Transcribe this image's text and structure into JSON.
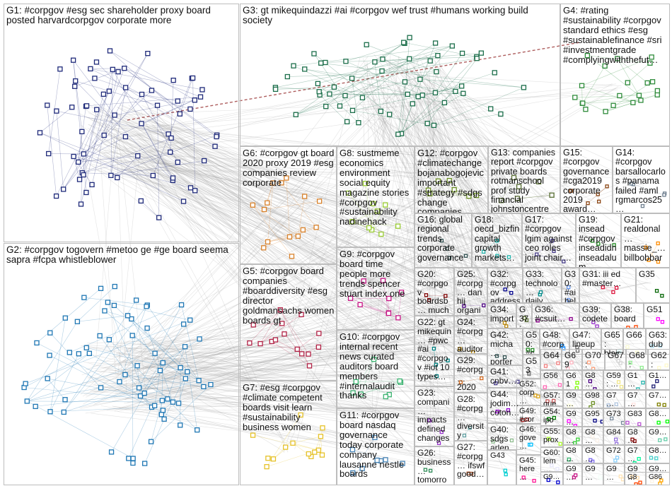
{
  "groups": [
    {
      "id": "G1",
      "label": "G1: #corpgov #esg sec shareholder proxy board posted harvardcorpgov corporate more",
      "color": "#1f2a7a"
    },
    {
      "id": "G2",
      "label": "G2: #corpgov togovern #metoo ge #ge board seema sapra #fcpa whistleblower",
      "color": "#1f77b4"
    },
    {
      "id": "G3",
      "label": "G3: gt mikequindazzi #ai #corpgov wef trust #humans working build society",
      "color": "#1b6e4a"
    },
    {
      "id": "G4",
      "label": "G4: #rating #sustainability #corpgov standard ethics #esg #sustainablefinance #sri #investmentgrade #complyingwiththefut…",
      "color": "#2e8b3a"
    },
    {
      "id": "G5",
      "label": "G5: #corpgov board companies #boarddiversity #esg director goldmansachs women boards gt",
      "color": "#b22246"
    },
    {
      "id": "G6",
      "label": "G6: #corpgov gt board 2020 proxy 2019 #esg companies review corporate",
      "color": "#d9822b"
    },
    {
      "id": "G7",
      "label": "G7: #esg #corpgov #climate competent boards visit learn #sustainability business women",
      "color": "#e6c229"
    },
    {
      "id": "G8",
      "label": "G8: sustmeme economics environment social equity magazine stories #corpgov #sustainability nadinehack",
      "color": "#9acd32"
    },
    {
      "id": "G9",
      "label": "G9: #corpgov board time people more trends spencer stuart index one",
      "color": "#c71585"
    },
    {
      "id": "G10",
      "label": "G10: #corpgov internal recent news curated auditors board members #internalaudit thanks",
      "color": "#3cb371"
    },
    {
      "id": "G11",
      "label": "G11: #corpgov board nasdaq governance today corporate company lausanne nestle boards",
      "color": "#4682b4"
    },
    {
      "id": "G12",
      "label": "G12: #corpgov #climatechange bojanabogojevic important #strategy #sdgs change companies…",
      "color": "#6b8e23"
    },
    {
      "id": "G13",
      "label": "G13: companies report #corpgov private boards rotmanschool prof study financial johnstoncentre",
      "color": "#556b2f"
    },
    {
      "id": "G14",
      "label": "G14: #corpgov barsallocarlos #panama failed #aml rgmarcos25…",
      "color": "#708090"
    },
    {
      "id": "G15",
      "label": "G15: #corpgov governance #cga2019 corporate 2019 award…",
      "color": "#8b4513"
    },
    {
      "id": "G16",
      "label": "G16: global regional trends corporate governance…",
      "color": "#2f4f4f"
    },
    {
      "id": "G17",
      "label": "G17: #corpgov lgim against ceo roles joint chair…",
      "color": "#483d8b"
    },
    {
      "id": "G18",
      "label": "G18: oecd_bizfin capital growth markets…",
      "color": "#20b2aa"
    },
    {
      "id": "G19",
      "label": "G19: insead #corpgov inseadidn inseadalum… #board…",
      "color": "#228b22"
    },
    {
      "id": "G20",
      "label": "G20: #corpgov boardsb… much thanks first ft…",
      "color": "#800000"
    },
    {
      "id": "G21",
      "label": "G21: realdonal… massie_… billbobbar… nikkidwra…",
      "color": "#ff8c00"
    },
    {
      "id": "G22",
      "label": "G22: gt mikequin… #pwc #ai #corpgov #iot 10 types…",
      "color": "#008080"
    },
    {
      "id": "G23",
      "label": "G23: compani… impacts defined changes…",
      "color": "#9932cc"
    },
    {
      "id": "G24",
      "label": "G24: #corpg… auditor indepe…",
      "color": "#b8860b"
    },
    {
      "id": "G25",
      "label": "G25: #corpg… dan hij organi…",
      "color": "#4b0082"
    },
    {
      "id": "G26",
      "label": "G26: business… tomorro…",
      "color": "#2e8b57"
    },
    {
      "id": "G27",
      "label": "G27: #corpg… ifswf good…",
      "color": "#a0522d"
    },
    {
      "id": "G28",
      "label": "G28: #corpg… diversity gareth…",
      "color": "#5f9ea0"
    },
    {
      "id": "G29",
      "label": "G29: #corpg… 2020 #board…",
      "color": "#d2691e"
    },
    {
      "id": "G30",
      "label": "G30: #ai help finance…",
      "color": "#6495ed"
    },
    {
      "id": "G31",
      "label": "G31: iii ed #master…",
      "color": "#dc143c"
    },
    {
      "id": "G32",
      "label": "G32: #corpgov address…",
      "color": "#00008b"
    },
    {
      "id": "G33",
      "label": "G33: technolo… daily…",
      "color": "#008b8b"
    },
    {
      "id": "G34",
      "label": "G34: import… words…",
      "color": "#b8860b"
    },
    {
      "id": "G35",
      "label": "G35",
      "color": "#006400"
    },
    {
      "id": "G36",
      "label": "G36: #csuit…",
      "color": "#8b008b"
    },
    {
      "id": "G37",
      "label": "G37: ve",
      "color": "#556b2f"
    },
    {
      "id": "G38",
      "label": "G38: board…",
      "color": "#ff4500"
    },
    {
      "id": "G39",
      "label": "G39: codete…",
      "color": "#9932cc"
    },
    {
      "id": "G40",
      "label": "G40: sdgs arlen…",
      "color": "#8fbc8f"
    },
    {
      "id": "G41",
      "label": "G41: cnbv…",
      "color": "#483d8b"
    },
    {
      "id": "G42",
      "label": "G42: micha… porter…",
      "color": "#2f4f4f"
    },
    {
      "id": "G43",
      "label": "G43",
      "color": "#00ced1"
    },
    {
      "id": "G44",
      "label": "G44: jodim… coton…",
      "color": "#9400d3"
    },
    {
      "id": "G45",
      "label": "G45: here…",
      "color": "#ff1493"
    },
    {
      "id": "G46",
      "label": "G46: gove…",
      "color": "#00bfff"
    },
    {
      "id": "G47",
      "label": "G47: lineup…",
      "color": "#696969"
    },
    {
      "id": "G48",
      "label": "G48: #corp…",
      "color": "#1e90ff"
    },
    {
      "id": "G49",
      "label": "G49: #cor…",
      "color": "#b22222"
    },
    {
      "id": "G50",
      "label": "G50: #cor…",
      "color": "#228b22"
    },
    {
      "id": "G51",
      "label": "G51",
      "color": "#ff00ff"
    },
    {
      "id": "G52",
      "label": "G52: corp…",
      "color": "#daa520"
    },
    {
      "id": "G53",
      "label": "G53",
      "color": "#808080"
    },
    {
      "id": "G54",
      "label": "G54: ipo",
      "color": "#008000"
    },
    {
      "id": "G55",
      "label": "G55: proxy",
      "color": "#adff2f"
    },
    {
      "id": "G56",
      "label": "G56",
      "color": "#ff69b4"
    },
    {
      "id": "G57",
      "label": "G57: que…",
      "color": "#cd5c5c"
    },
    {
      "id": "G58",
      "label": "G8…",
      "color": "#4b0082"
    },
    {
      "id": "G59",
      "label": "G59: …",
      "color": "#f0e68c"
    },
    {
      "id": "G60",
      "label": "G60: lem…",
      "color": "#e6e6fa"
    },
    {
      "id": "G61",
      "label": "G61",
      "color": "#7cfc00"
    },
    {
      "id": "G62",
      "label": "G62: sho…",
      "color": "#fffacd"
    },
    {
      "id": "G63",
      "label": "G63: dub…",
      "color": "#add8e6"
    },
    {
      "id": "G64",
      "label": "G64",
      "color": "#f08080"
    },
    {
      "id": "G65",
      "label": "G65: blair…",
      "color": "#e0ffff"
    },
    {
      "id": "G66",
      "label": "G66",
      "color": "#fafad2"
    },
    {
      "id": "G67",
      "label": "G67",
      "color": "#d3d3d3"
    },
    {
      "id": "G68",
      "label": "G68: pen…",
      "color": "#90ee90"
    },
    {
      "id": "G69",
      "label": "G69",
      "color": "#ffb6c1"
    },
    {
      "id": "G70",
      "label": "G70: #ai…",
      "color": "#ffa07a"
    },
    {
      "id": "G71",
      "label": "G1…",
      "color": "#20b2aa"
    },
    {
      "id": "G72",
      "label": "G72",
      "color": "#87cefa"
    },
    {
      "id": "G73",
      "label": "G73",
      "color": "#778899"
    },
    {
      "id": "G74",
      "label": "G7…",
      "color": "#b0c4de"
    },
    {
      "id": "G75",
      "label": "G9…",
      "color": "#ffffe0"
    },
    {
      "id": "G76",
      "label": "G8…",
      "color": "#00ff00"
    },
    {
      "id": "G77",
      "label": "G8…",
      "color": "#32cd32"
    },
    {
      "id": "G78",
      "label": "G8…",
      "color": "#faf0e6"
    },
    {
      "id": "G79",
      "label": "G9…",
      "color": "#ff00ff"
    },
    {
      "id": "G80",
      "label": "G8…",
      "color": "#800000"
    },
    {
      "id": "G81",
      "label": "G9…",
      "color": "#66cdaa"
    },
    {
      "id": "G82",
      "label": "G9…",
      "color": "#0000cd"
    },
    {
      "id": "G83",
      "label": "G83",
      "color": "#ba55d3"
    },
    {
      "id": "G84",
      "label": "G84",
      "color": "#9370db"
    },
    {
      "id": "G85",
      "label": "G8…",
      "color": "#3cb371"
    },
    {
      "id": "G86",
      "label": "G8…",
      "color": "#7b68ee"
    },
    {
      "id": "G87",
      "label": "G7…",
      "color": "#00fa9a"
    },
    {
      "id": "G88",
      "label": "G8…",
      "color": "#48d1cc"
    },
    {
      "id": "G89",
      "label": "G9…",
      "color": "#c71585"
    },
    {
      "id": "G90",
      "label": "G1…",
      "color": "#191970"
    },
    {
      "id": "G91",
      "label": "G9…",
      "color": "#f5fffa"
    },
    {
      "id": "G92",
      "label": "G7…",
      "color": "#ffe4e1"
    },
    {
      "id": "G93",
      "label": "G9…",
      "color": "#ffe4b5"
    },
    {
      "id": "G94",
      "label": "G9…",
      "color": "#ffdead"
    },
    {
      "id": "G95",
      "label": "G95",
      "color": "#000080"
    },
    {
      "id": "G96",
      "label": "G9…",
      "color": "#fdf5e6"
    },
    {
      "id": "G97",
      "label": "G7…",
      "color": "#808000"
    },
    {
      "id": "G98",
      "label": "G98",
      "color": "#6b8e23"
    },
    {
      "id": "G99",
      "label": "G86",
      "color": "#ffa500"
    },
    {
      "id": "G100",
      "label": "G8…",
      "color": "#ff4500"
    }
  ]
}
